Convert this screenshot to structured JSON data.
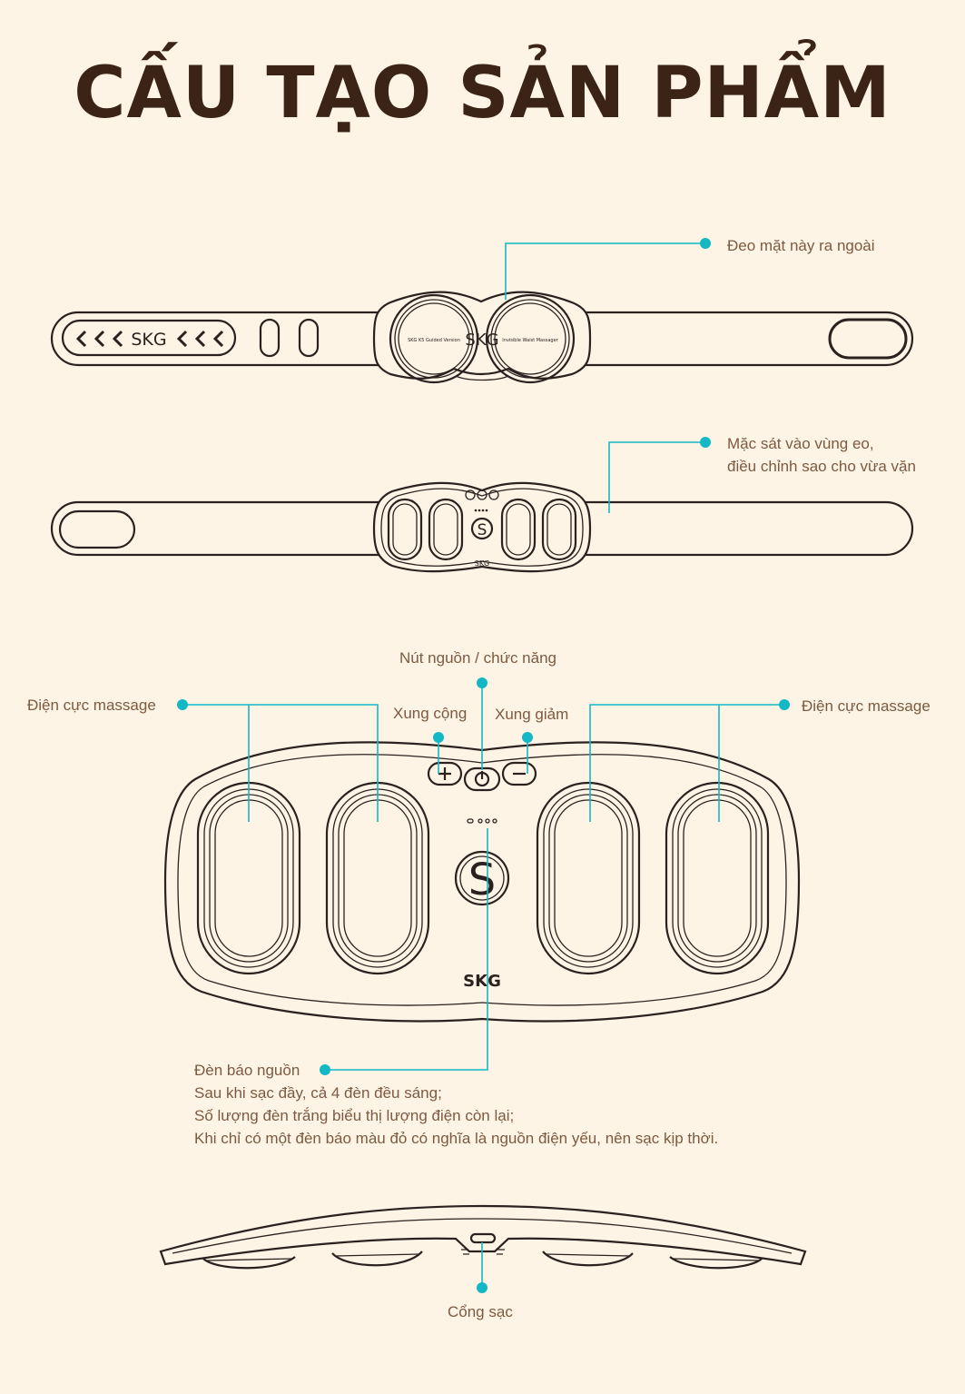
{
  "title": "CẤU TẠO SẢN PHẨM",
  "labels": {
    "outer_face": "Đeo mặt này ra ngoài",
    "inner_face_line1": "Mặc sát vào vùng eo,",
    "inner_face_line2": "điều chỉnh sao cho vừa vặn",
    "power_button": "Nút nguồn / chức năng",
    "electrode_left": "Điện cực massage",
    "electrode_right": "Điện cực massage",
    "pulse_up": "Xung cộng",
    "pulse_down": "Xung giảm",
    "indicator_title": "Đèn báo nguồn",
    "indicator_line1": "Sau khi sạc đầy, cả 4 đèn đều sáng;",
    "indicator_line2": "Số lượng đèn trắng biểu thị lượng điện còn lại;",
    "indicator_line3": "Khi chỉ có một đèn báo màu đỏ có nghĩa là nguồn điện yếu, nên sạc kịp thời.",
    "charging_port": "Cổng sạc"
  },
  "device_text": {
    "brand": "SKG",
    "strap_brand": "SKG",
    "left_ring_text": "SKG K5 Guided Version",
    "right_ring_text": "Invisible Waist Massager",
    "logo_letter": "S"
  },
  "icons": [
    "chevron-left-icon",
    "plus-icon",
    "power-icon",
    "minus-icon"
  ],
  "colors": {
    "background": "#fdf4e6",
    "title": "#3b2416",
    "label": "#7d5a3f",
    "line_art": "#2b2220",
    "callout": "#14b8c4"
  }
}
